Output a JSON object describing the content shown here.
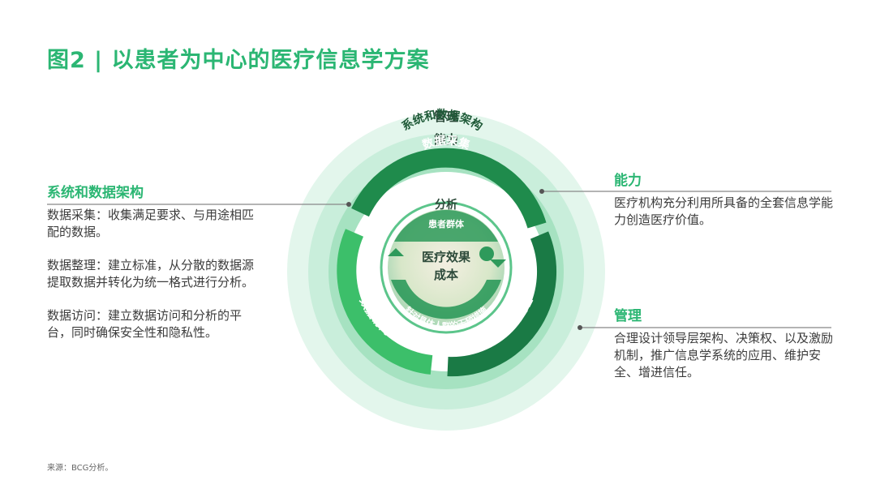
{
  "title": "图2 | 以患者为中心的医疗信息学方案",
  "rings": {
    "manage": "管理",
    "capability": "能力",
    "system": "系统和数据架构",
    "collect": "数据采集",
    "access": "数据访问",
    "organize": "数据整理",
    "analysis": "分析",
    "center_top": "患者群体",
    "center_main_1": "医疗效果",
    "center_main_2": "成本",
    "center_bottom": "针对具体人群的干预措施"
  },
  "left_panel": {
    "heading": "系统和数据架构",
    "paragraphs": [
      "数据采集：收集满足要求、与用途相匹配的数据。",
      "数据整理：建立标准，从分散的数据源提取数据并转化为统一格式进行分析。",
      "数据访问：建立数据访问和分析的平台，同时确保安全性和隐私性。"
    ]
  },
  "right_panel_capability": {
    "heading": "能力",
    "text": "医疗机构充分利用所具备的全套信息学能力创造医疗价值。"
  },
  "right_panel_manage": {
    "heading": "管理",
    "text": "合理设计领导层架构、决策权、以及激励机制，推广信息学系统的应用、维护安全、增进信任。"
  },
  "source": "来源：BCG分析。",
  "colors": {
    "brand_green": "#2bb673",
    "ring_outer": "#e3f6ec",
    "ring_mid": "#c5edd7",
    "ring_sys": "#a6e2c1",
    "arc_dark": "#1f8b4c"
  }
}
